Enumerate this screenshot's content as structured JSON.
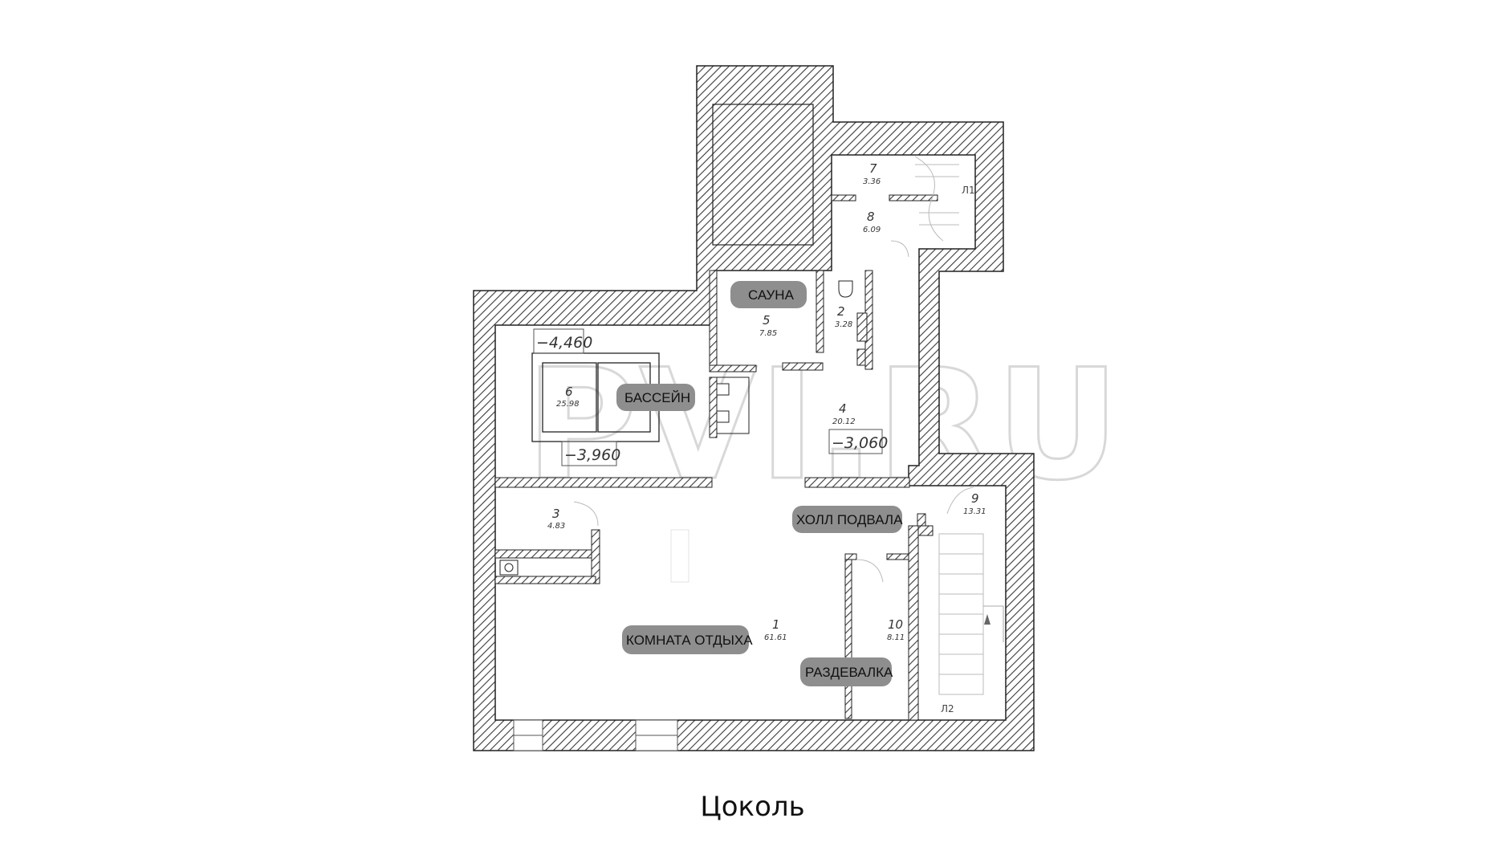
{
  "caption": "Цоколь",
  "watermark": "PVI.RU",
  "rooms": [
    {
      "num": "1",
      "area": "61.61",
      "label": "КОМНАТА ОТДЫХА"
    },
    {
      "num": "2",
      "area": "3.28",
      "label": ""
    },
    {
      "num": "3",
      "area": "4.83",
      "label": ""
    },
    {
      "num": "4",
      "area": "20.12",
      "label": ""
    },
    {
      "num": "5",
      "area": "7.85",
      "label": "САУНА"
    },
    {
      "num": "6",
      "area": "25.98",
      "label": "БАССЕЙН"
    },
    {
      "num": "7",
      "area": "3.36",
      "label": ""
    },
    {
      "num": "8",
      "area": "6.09",
      "label": ""
    },
    {
      "num": "9",
      "area": "13.31",
      "label": "ХОЛЛ ПОДВАЛА"
    },
    {
      "num": "10",
      "area": "8.11",
      "label": "РАЗДЕВАЛКА"
    }
  ],
  "level_marks": [
    "−4,460",
    "−3,960",
    "−3,060"
  ],
  "stair_tags": [
    "Л1",
    "Л2"
  ],
  "colors": {
    "wall_stroke": "#222222",
    "hatch": "#444444",
    "label_bg": "#8e8e8e"
  }
}
